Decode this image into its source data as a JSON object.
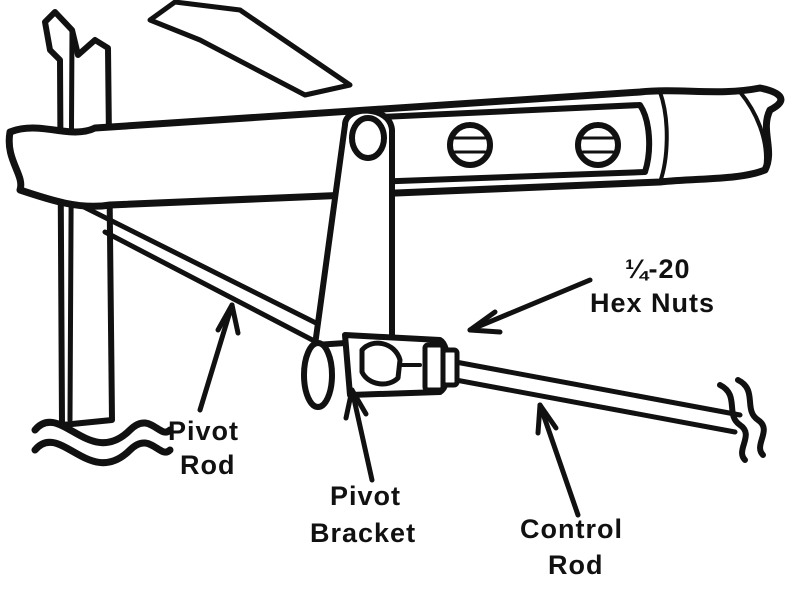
{
  "labels": {
    "hex_nuts_line1": "¼-20",
    "hex_nuts_line2": "Hex Nuts",
    "pivot_rod_line1": "Pivot",
    "pivot_rod_line2": "Rod",
    "pivot_bracket_line1": "Pivot",
    "pivot_bracket_line2": "Bracket",
    "control_rod_line1": "Control",
    "control_rod_line2": "Rod"
  },
  "colors": {
    "ink": "#111111",
    "background": "#ffffff"
  }
}
